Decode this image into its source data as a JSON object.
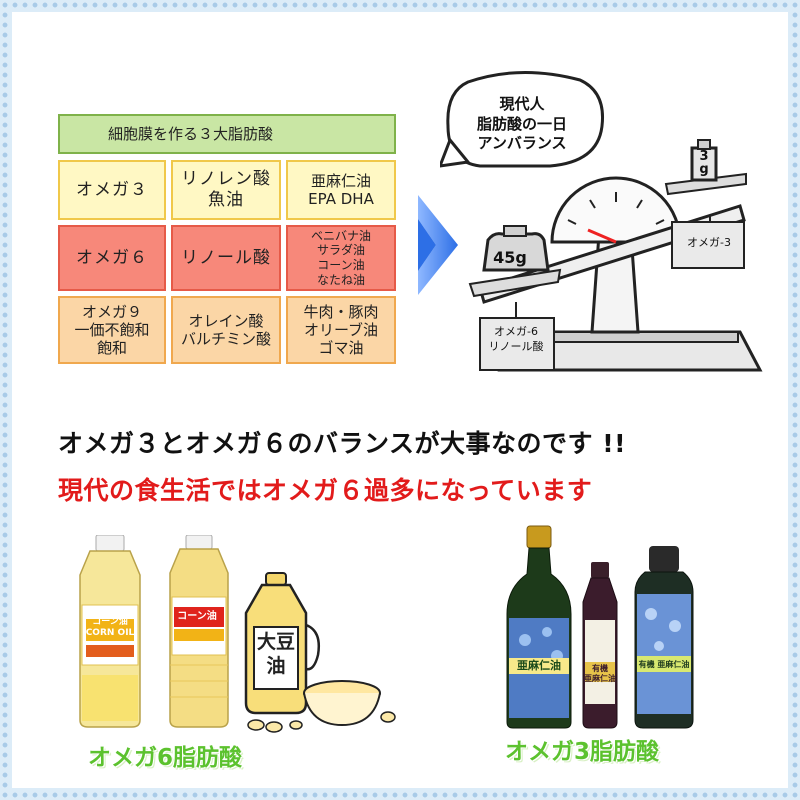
{
  "table": {
    "header": "細胞膜を作る３大脂肪酸",
    "rows": [
      {
        "type": "オメガ３",
        "acid": "リノレン酸\n魚油",
        "sources": "亜麻仁油\nEPA DHA"
      },
      {
        "type": "オメガ６",
        "acid": "リノール酸",
        "sources": "ベニバナ油\nサラダ油\nコーン油\nなたね油"
      },
      {
        "type": "オメガ９\n一価不飽和\n飽和",
        "acid": "オレイン酸\nバルチミン酸",
        "sources": "牛肉・豚肉\nオリーブ油\nゴマ油"
      }
    ],
    "colors": {
      "header": "#c9e6a4",
      "omega3": "#fff8c4",
      "omega6": "#f7887a",
      "omega9": "#fbd6a6"
    }
  },
  "scale": {
    "bubble": "現代人\n脂肪酸の一日\nアンバランス",
    "weight_left": "45g",
    "weight_right": "3\ng",
    "label_right": "オメガ-3",
    "label_left": "オメガ-6\nリノール酸"
  },
  "headlines": {
    "line1": "オメガ３とオメガ６のバランスが大事なのです !!",
    "line2": "現代の食生活ではオメガ６過多になっています"
  },
  "products": {
    "left_caption": "オメガ6脂肪酸",
    "right_caption": "オメガ3脂肪酸",
    "bottle1_label": "コーン油\nCORN OIL",
    "bottle2_label": "コーン油",
    "jug_label": "大豆\n油",
    "flax_label_big": "亜麻仁油",
    "flax_label_small": "有機\n亜麻仁油",
    "flax_label_can": "有機 亜麻仁油"
  },
  "colors": {
    "headline": "#111111",
    "headline_alert": "#e21b1b",
    "caption": "#5cc22e",
    "arrow": "#2d6fe6",
    "frame_dots": "#a9cbe8"
  }
}
